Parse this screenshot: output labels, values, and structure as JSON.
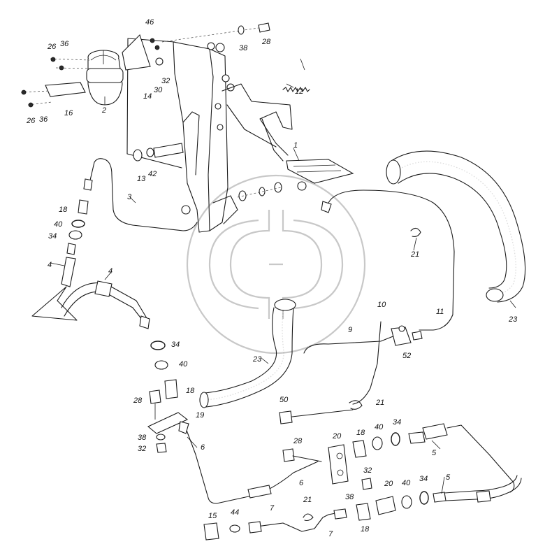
{
  "callouts": {
    "c46": "46",
    "c26a": "26",
    "c36a": "36",
    "c38a": "38",
    "c28a": "28",
    "c32a": "32",
    "c12": "12",
    "c14": "14",
    "c30": "30",
    "c2": "2",
    "c16": "16",
    "c26b": "26",
    "c36b": "36",
    "c1": "1",
    "c13": "13",
    "c42": "42",
    "c3": "3",
    "c18a": "18",
    "c40a": "40",
    "c34a": "34",
    "c4a": "4",
    "c4b": "4",
    "c21a": "21",
    "c23a": "23",
    "c10": "10",
    "c11": "11",
    "c9": "9",
    "c52": "52",
    "c23b": "23",
    "c34b": "34",
    "c40b": "40",
    "c28b": "28",
    "c18b": "18",
    "c19": "19",
    "c50": "50",
    "c21b": "21",
    "c38b": "38",
    "c32b": "32",
    "c6a": "6",
    "c28c": "28",
    "c20a": "20",
    "c18c": "18",
    "c40c": "40",
    "c34c": "34",
    "c5a": "5",
    "c32c": "32",
    "c6b": "6",
    "c20b": "20",
    "c40d": "40",
    "c34d": "34",
    "c5b": "5",
    "c21c": "21",
    "c38c": "38",
    "c15": "15",
    "c44": "44",
    "c7a": "7",
    "c7b": "7",
    "c18d": "18"
  }
}
